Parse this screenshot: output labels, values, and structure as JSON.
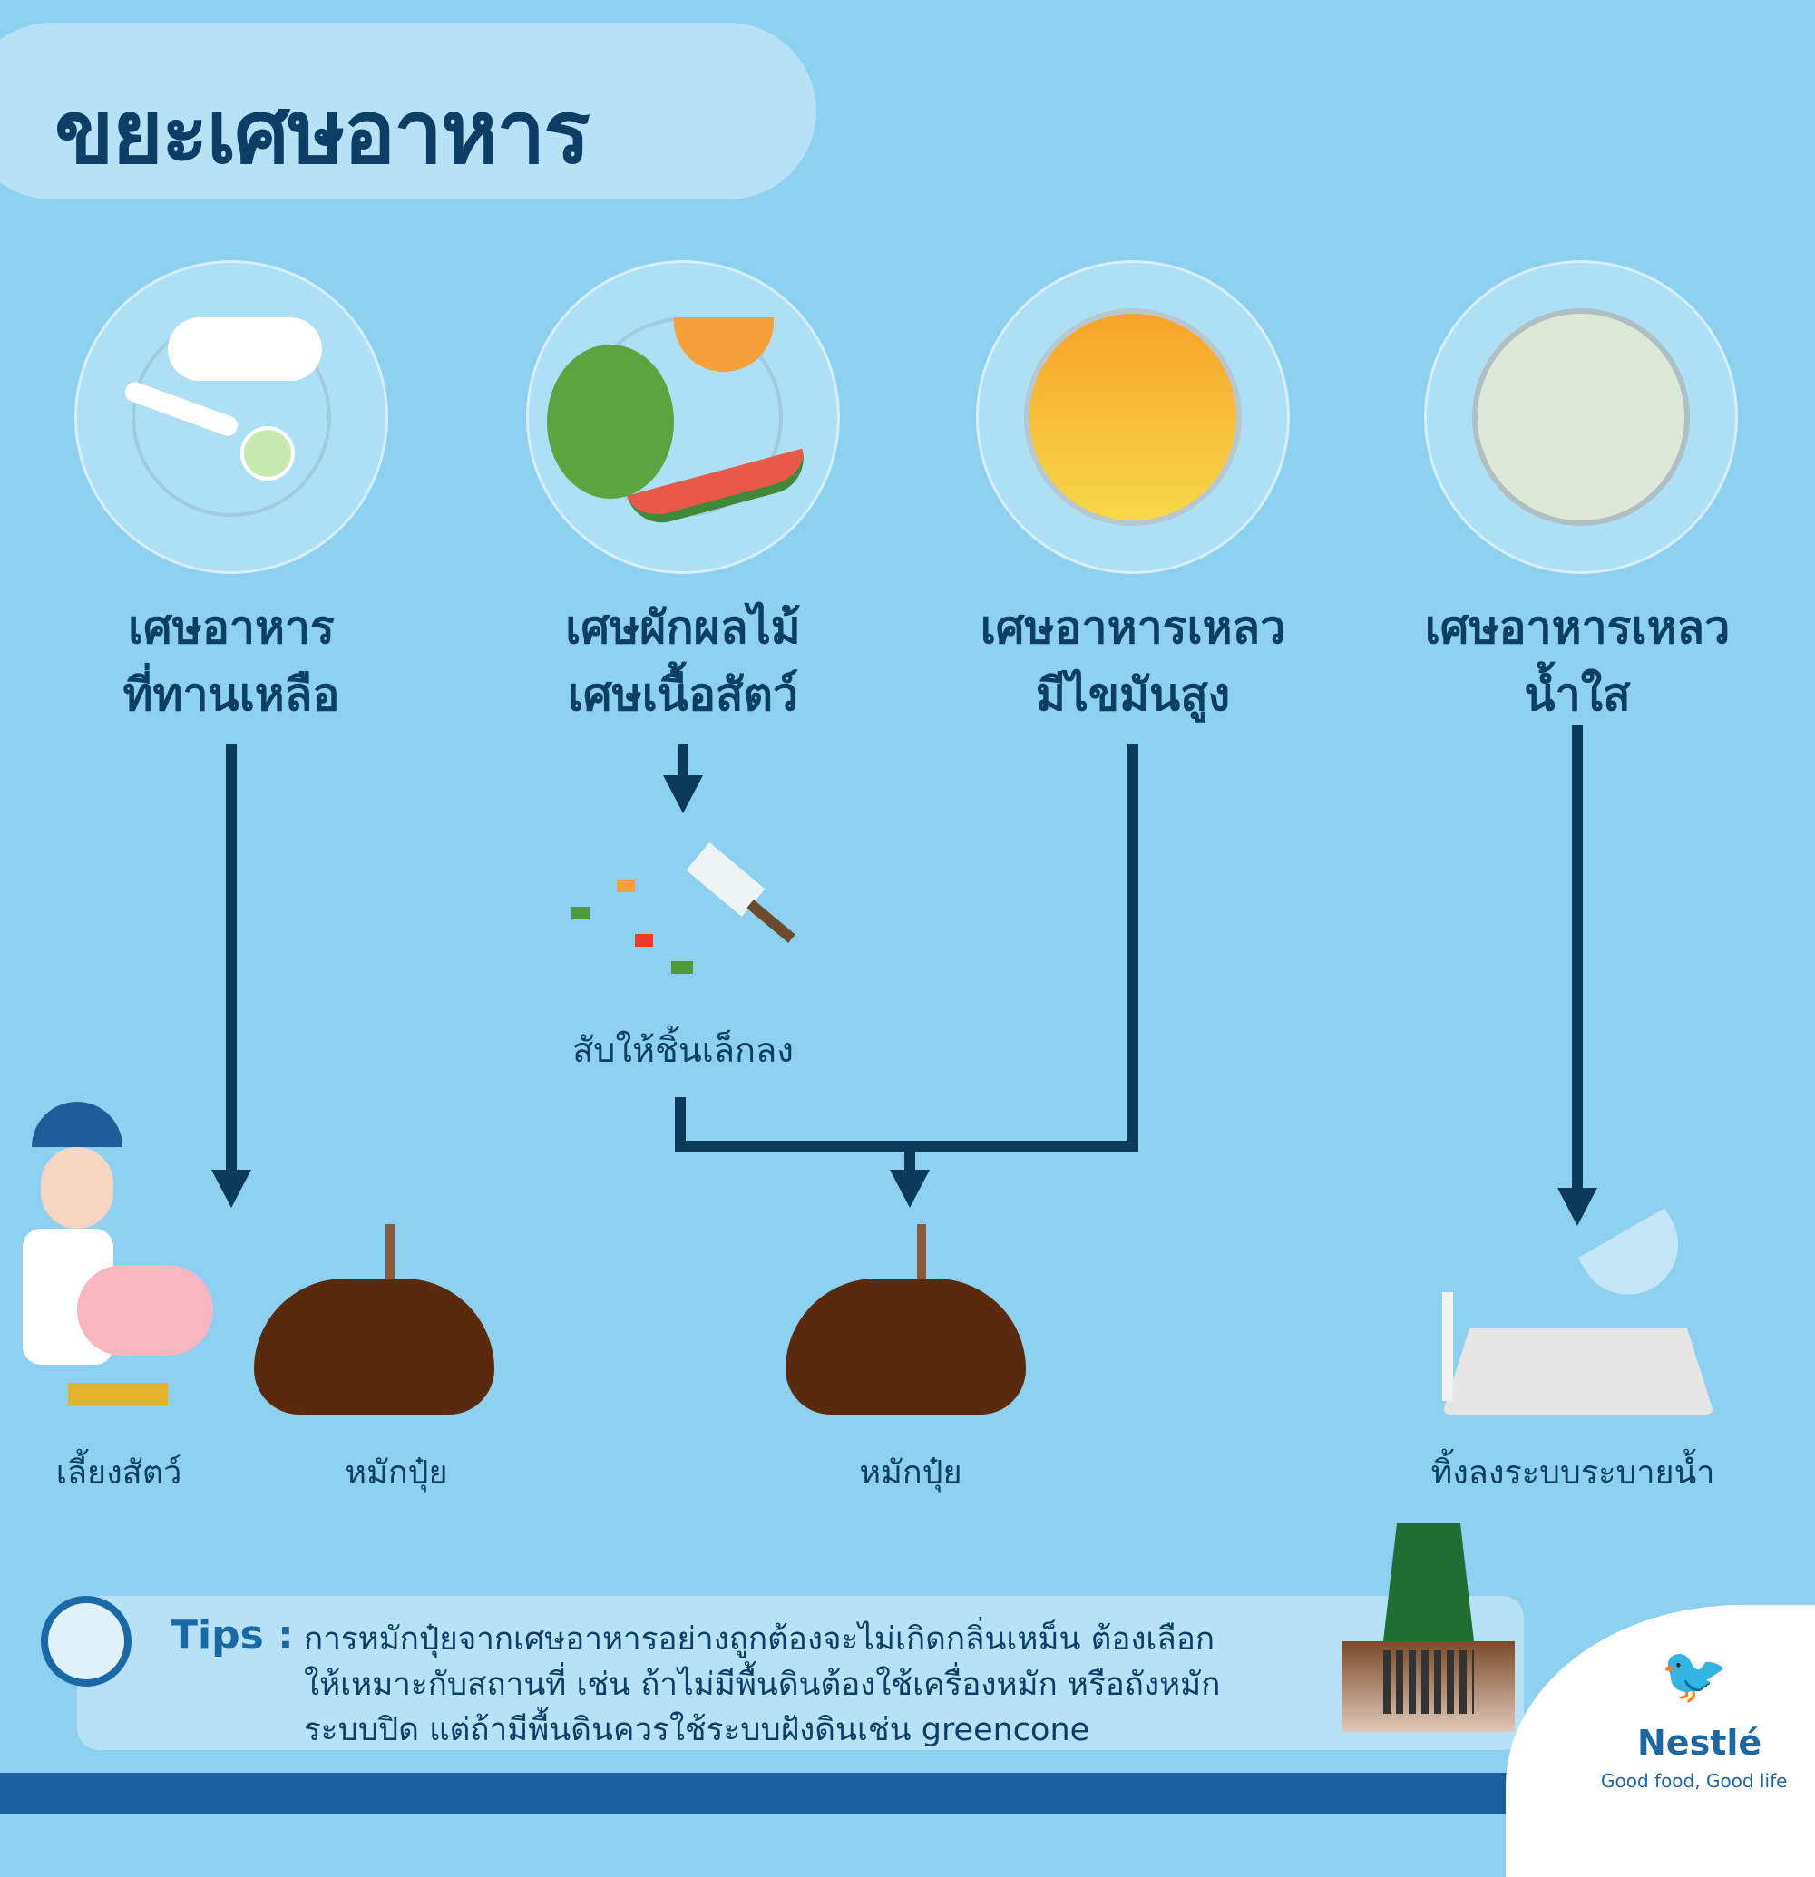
{
  "title": "ขยะเศษอาหาร",
  "categories": [
    {
      "line1": "เศษอาหาร",
      "line2": "ที่ทานเหลือ"
    },
    {
      "line1": "เศษผักผลไม้",
      "line2": "เศษเนื้อสัตว์"
    },
    {
      "line1": "เศษอาหารเหลว",
      "line2": "มีไขมันสูง"
    },
    {
      "line1": "เศษอาหารเหลว",
      "line2": "น้ำใส"
    }
  ],
  "chop_label": "สับให้ชิ้นเล็กลง",
  "outcomes": [
    "เลี้ยงสัตว์",
    "หมักปุ๋ย",
    "หมักปุ๋ย",
    "ทิ้งลงระบบระบายน้ำ"
  ],
  "tips": {
    "label": "Tips :",
    "lines": [
      "การหมักปุ๋ยจากเศษอาหารอย่างถูกต้องจะไม่เกิดกลิ่นเหม็น ต้องเลือก",
      "ให้เหมาะกับสถานที่ เช่น ถ้าไม่มีพื้นดินต้องใช้เครื่องหมัก หรือถังหมัก",
      "ระบบปิด แต่ถ้ามีพื้นดินควรใช้ระบบฝังดินเช่น greencone"
    ]
  },
  "brand": {
    "name": "Nestlé",
    "tagline": "Good food, Good life"
  }
}
